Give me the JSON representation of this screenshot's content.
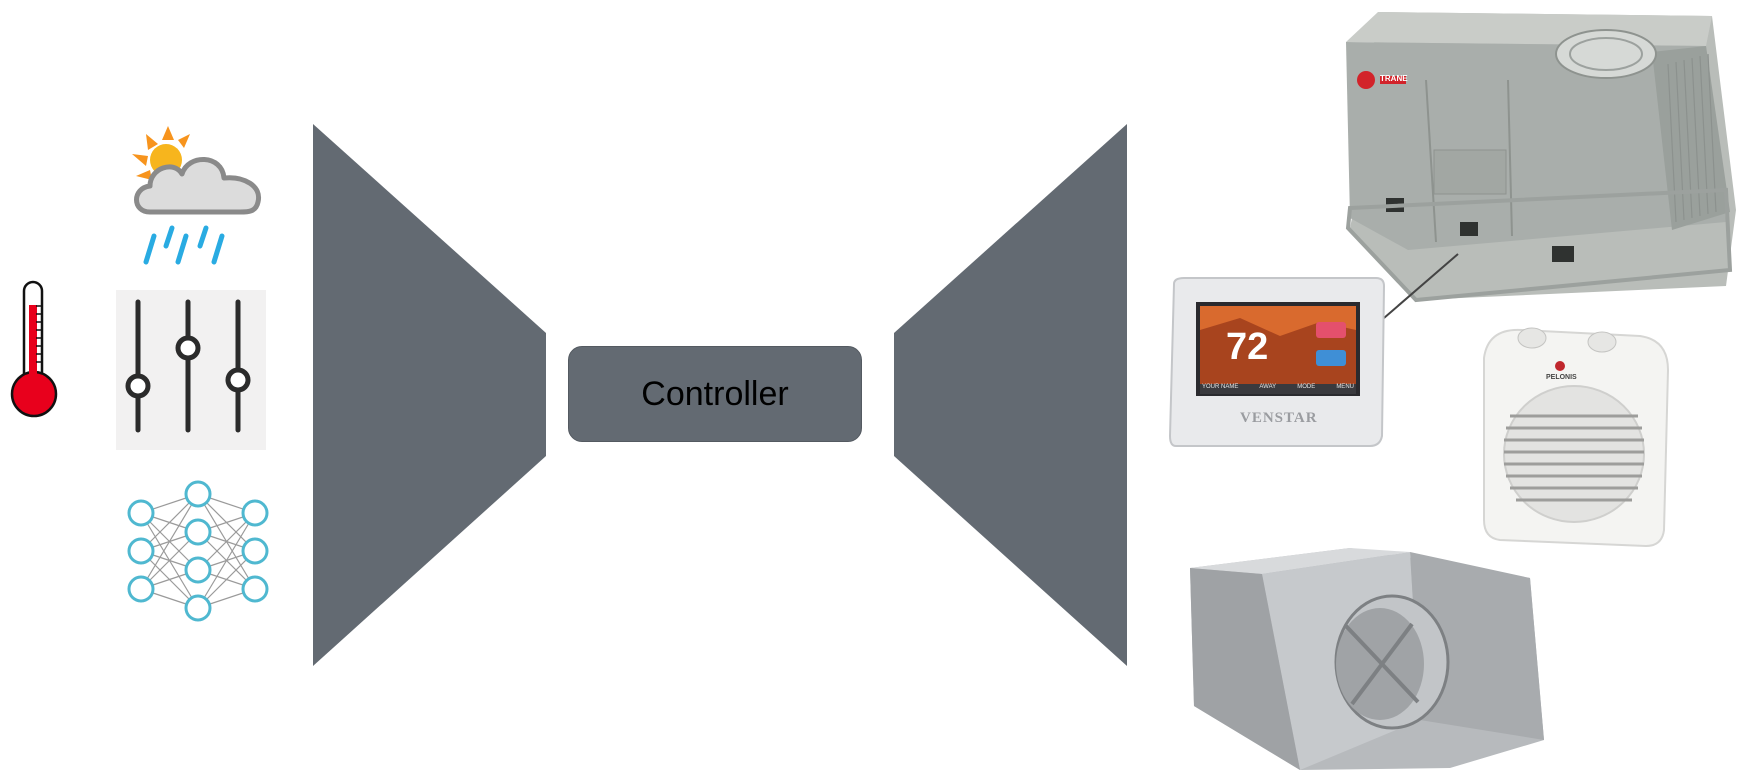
{
  "controller": {
    "label": "Controller"
  },
  "thermostat": {
    "display_temp": "72",
    "brand": "VENSTAR",
    "menu_items": [
      "YOUR NAME",
      "AWAY",
      "MODE",
      "MENU"
    ]
  },
  "rooftop_unit": {
    "brand": "TRANE"
  },
  "space_heater": {
    "brand": "PELONIS"
  },
  "colors": {
    "funnel": "#636a72",
    "thermometer": "#e8001c",
    "sun": "#f7941d",
    "rain": "#29abe2",
    "neural_net_node": "#4fb8d0",
    "slider": "#2b2b2b"
  },
  "icons": [
    "thermometer-icon",
    "weather-icon",
    "sliders-icon",
    "neural-network-icon"
  ]
}
